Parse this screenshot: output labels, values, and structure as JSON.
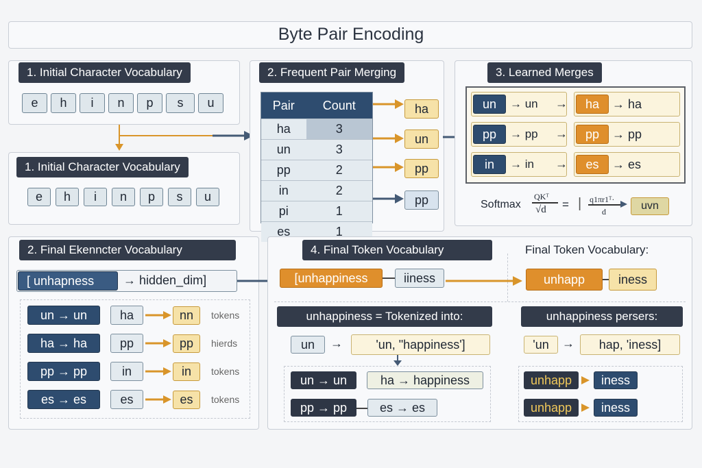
{
  "title": "Byte Pair Encoding",
  "panel1": {
    "header": "1. Initial Character Vocabulary",
    "chars": [
      "e",
      "h",
      "i",
      "n",
      "p",
      "s",
      "u"
    ]
  },
  "panel1b": {
    "header": "1. Initial Character Vocabulary",
    "chars": [
      "e",
      "h",
      "i",
      "n",
      "p",
      "s",
      "u"
    ]
  },
  "panel2": {
    "header": "2. Frequent Pair Merging",
    "col_pair": "Pair",
    "col_count": "Count",
    "rows": [
      {
        "pair": "ha",
        "count": "3"
      },
      {
        "pair": "un",
        "count": "3"
      },
      {
        "pair": "pp",
        "count": "2"
      },
      {
        "pair": "in",
        "count": "2"
      },
      {
        "pair": "pi",
        "count": "1"
      },
      {
        "pair": "es",
        "count": "1"
      }
    ],
    "outputs": [
      "ha",
      "un",
      "pp",
      "pp"
    ]
  },
  "panel3": {
    "header": "3. Learned Merges",
    "rows": [
      {
        "a": "un",
        "a_out": "→ un",
        "b": "ha",
        "b_out": "→ ha"
      },
      {
        "a": "pp",
        "a_out": "→ pp",
        "b": "pp",
        "b_out": "→ pp"
      },
      {
        "a": "in",
        "a_out": "→ in",
        "b": "es",
        "b_out": "→ es"
      }
    ],
    "arrow": "→",
    "formula_label": "Softmax",
    "formula_num": "QKᵀ",
    "formula_den": "√d",
    "formula_eq": "=",
    "formula_bar": "|",
    "formula_rhs_num": "q1πr1ᵀ·",
    "formula_rhs_den": "d",
    "formula_result": "uvn"
  },
  "panel4": {
    "header": "2.  Final Ekenncter Vocabulary",
    "input": "[ unhapness",
    "input_out": "→  hidden_dim]",
    "rows": [
      {
        "a": "un → un",
        "b": "ha",
        "c": "nn",
        "note": "tokens"
      },
      {
        "a": "ha → ha",
        "b": "pp",
        "c": "pp",
        "note": "hierds"
      },
      {
        "a": "pp → pp",
        "b": "in",
        "c": "in",
        "note": "tokens"
      },
      {
        "a": "es → es",
        "b": "es",
        "c": "es",
        "note": "tokens"
      }
    ]
  },
  "panel5": {
    "header": "4. Final Token Vocabulary",
    "top_in": "[unhappiness",
    "top_mid": "iiness",
    "right_title": "Final Token Vocabulary:",
    "right_a": "unhapp",
    "right_b": "iness",
    "left_sub": "unhappiness = Tokenized into:",
    "left_row1_a": "un",
    "left_row1_b": "'un, \"happiness']",
    "left_row2_a": "un → un",
    "left_row2_b": "ha → happiness",
    "left_row3_a": "pp → pp",
    "left_row3_b": "es → es",
    "right_sub": "unhappiness persers:",
    "right_row1_a": "'un",
    "right_row1_b": "hap, 'iness]",
    "right_row2_a": "unhapp",
    "right_row2_b": "iness",
    "right_row3_a": "unhapp",
    "right_row3_b": "iness"
  }
}
